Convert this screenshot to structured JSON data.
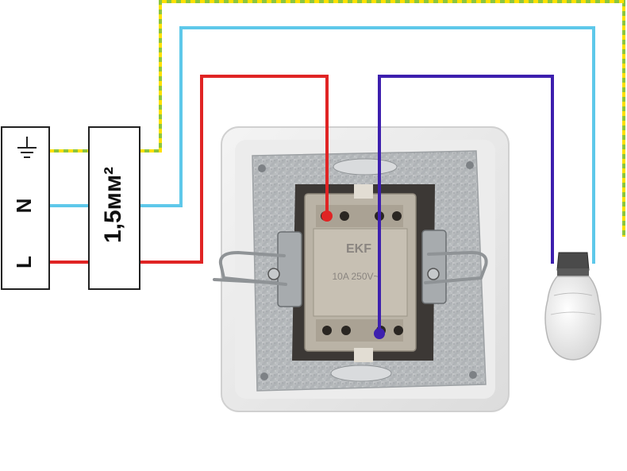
{
  "terminal_block": {
    "earth_symbol": "earth-icon",
    "neutral_label": "N",
    "live_label": "L"
  },
  "cable": {
    "size_label": "1,5мм²"
  },
  "switch_mechanism": {
    "brand": "EKF",
    "rating": "10A 250V~"
  },
  "wires": {
    "earth": "#8cc63f",
    "earth_stripe": "#ffe000",
    "neutral": "#5ec8ea",
    "live": "#e02424",
    "switched_live": "#3d1fae"
  },
  "lamp": {
    "icon": "light-bulb-icon"
  }
}
